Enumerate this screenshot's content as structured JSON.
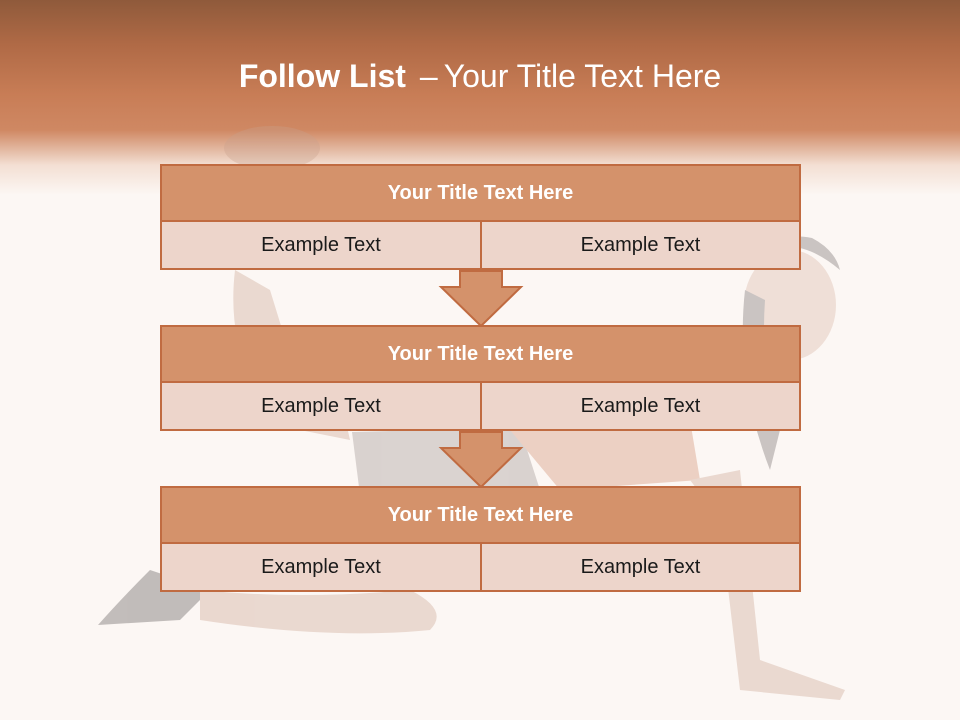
{
  "slide": {
    "title_bold": "Follow List",
    "title_separator": "–",
    "title_rest": "Your Title Text Here"
  },
  "blocks": [
    {
      "title": "Your Title Text Here",
      "left_text": "Example Text",
      "right_text": "Example Text"
    },
    {
      "title": "Your Title Text Here",
      "left_text": "Example Text",
      "right_text": "Example Text"
    },
    {
      "title": "Your Title Text Here",
      "left_text": "Example Text",
      "right_text": "Example Text"
    }
  ],
  "colors": {
    "header": "#c87d56",
    "title_cell": "#d4926b",
    "row_cell": "#edd5cb",
    "border": "#c06b41",
    "arrow": "#d4926b"
  }
}
